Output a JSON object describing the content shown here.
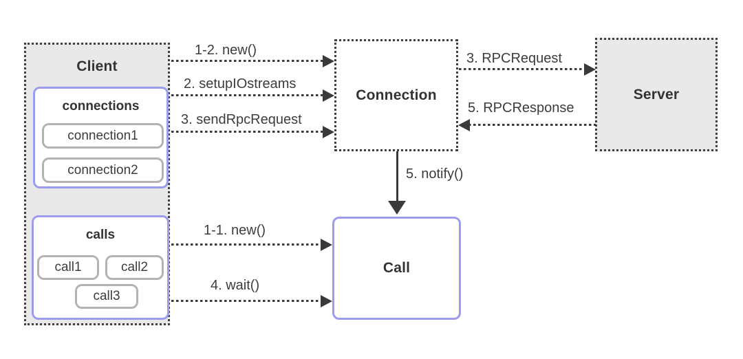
{
  "diagram": {
    "nodes": {
      "client": {
        "title": "Client"
      },
      "connections_group": {
        "title": "connections",
        "items": [
          "connection1",
          "connection2"
        ]
      },
      "calls_group": {
        "title": "calls",
        "items": [
          "call1",
          "call2",
          "call3"
        ]
      },
      "connection": {
        "title": "Connection"
      },
      "server": {
        "title": "Server"
      },
      "call": {
        "title": "Call"
      }
    },
    "edges": [
      {
        "label": "1-2. new()",
        "from": "Client",
        "to": "Connection",
        "style": "dotted",
        "direction": "right"
      },
      {
        "label": "2. setupIOstreams",
        "from": "Client",
        "to": "Connection",
        "style": "dotted",
        "direction": "right"
      },
      {
        "label": "3. sendRpcRequest",
        "from": "Client",
        "to": "Connection",
        "style": "dotted",
        "direction": "right"
      },
      {
        "label": "3. RPCRequest",
        "from": "Connection",
        "to": "Server",
        "style": "dotted",
        "direction": "right"
      },
      {
        "label": "5. RPCResponse",
        "from": "Server",
        "to": "Connection",
        "style": "dotted",
        "direction": "left"
      },
      {
        "label": "5. notify()",
        "from": "Connection",
        "to": "Call",
        "style": "solid",
        "direction": "down"
      },
      {
        "label": "1-1. new()",
        "from": "calls",
        "to": "Call",
        "style": "dotted",
        "direction": "right"
      },
      {
        "label": "4. wait()",
        "from": "calls",
        "to": "Call",
        "style": "dotted",
        "direction": "right"
      }
    ],
    "colors": {
      "node_fill_gray": "#e9e9e9",
      "node_border_dark": "#3f3f3f",
      "group_border_purple": "#9b9bf0",
      "item_border_gray": "#b3b3b3",
      "arrow": "#3a3a3a",
      "text": "#333333"
    }
  }
}
